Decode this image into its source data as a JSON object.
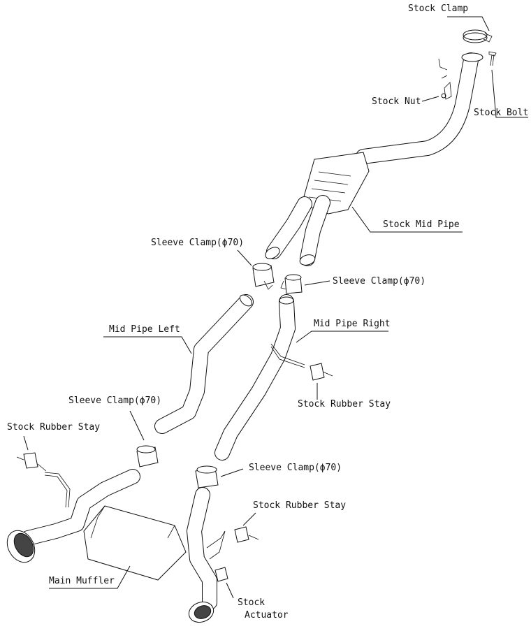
{
  "labels": {
    "stock_clamp": "Stock Clamp",
    "stock_nut": "Stock Nut",
    "stock_bolt": "Stock Bolt",
    "stock_mid_pipe": "Stock Mid Pipe",
    "sleeve_clamp_1": "Sleeve Clamp(ϕ70)",
    "sleeve_clamp_2": "Sleeve Clamp(ϕ70)",
    "mid_pipe_left": "Mid Pipe Left",
    "mid_pipe_right": "Mid Pipe Right",
    "stock_rubber_stay_1": "Stock Rubber Stay",
    "sleeve_clamp_3": "Sleeve Clamp(ϕ70)",
    "stock_rubber_stay_2": "Stock Rubber Stay",
    "sleeve_clamp_4": "Sleeve Clamp(ϕ70)",
    "stock_rubber_stay_3": "Stock Rubber Stay",
    "main_muffler": "Main Muffler",
    "stock_actuator_line1": "Stock",
    "stock_actuator_line2": "Actuator"
  },
  "colors": {
    "line": "#111111",
    "background": "#ffffff"
  }
}
